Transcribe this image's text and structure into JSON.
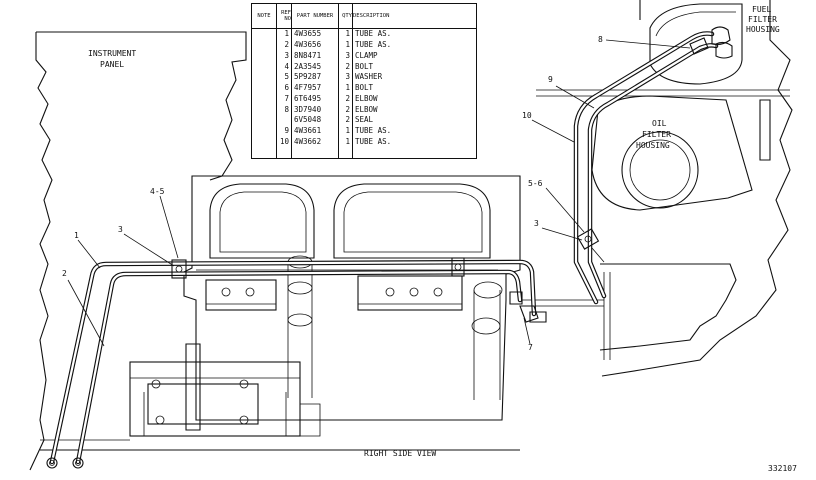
{
  "parts_table": {
    "headers": {
      "note": "NOTE",
      "ref": "REF NO",
      "part": "PART NUMBER",
      "qty": "QTY",
      "desc": "DESCRIPTION"
    },
    "rows": [
      {
        "ref": "1",
        "part": "4W3655",
        "qty": "1",
        "desc": "TUBE AS."
      },
      {
        "ref": "2",
        "part": "4W3656",
        "qty": "1",
        "desc": "TUBE AS."
      },
      {
        "ref": "3",
        "part": "8N8471",
        "qty": "3",
        "desc": "CLAMP"
      },
      {
        "ref": "4",
        "part": "2A3545",
        "qty": "2",
        "desc": "BOLT"
      },
      {
        "ref": "5",
        "part": "5P9287",
        "qty": "3",
        "desc": "WASHER"
      },
      {
        "ref": "6",
        "part": "4F7957",
        "qty": "1",
        "desc": "BOLT"
      },
      {
        "ref": "7",
        "part": "6T6495",
        "qty": "2",
        "desc": "ELBOW"
      },
      {
        "ref": "8",
        "part": "3D7940",
        "qty": "2",
        "desc": "ELBOW"
      },
      {
        "ref": "",
        "part": "6V5048",
        "qty": "2",
        "desc": "SEAL"
      },
      {
        "ref": "9",
        "part": "4W3661",
        "qty": "1",
        "desc": "TUBE AS."
      },
      {
        "ref": "10",
        "part": "4W3662",
        "qty": "1",
        "desc": "TUBE AS."
      }
    ]
  },
  "labels": {
    "instrument_panel_1": "INSTRUMENT",
    "instrument_panel_2": "PANEL",
    "fuel_filter_1": "FUEL",
    "fuel_filter_2": "FILTER",
    "fuel_filter_3": "HOUSING",
    "oil_filter_1": "OIL",
    "oil_filter_2": "FILTER",
    "oil_filter_3": "HOUSING",
    "view_title": "RIGHT SIDE VIEW",
    "figure_number": "332107"
  },
  "callouts": {
    "c1": "1",
    "c2": "2",
    "c3a": "3",
    "c45": "4-5",
    "c3b": "3",
    "c56": "5-6",
    "c7": "7",
    "c8": "8",
    "c9": "9",
    "c10": "10"
  }
}
